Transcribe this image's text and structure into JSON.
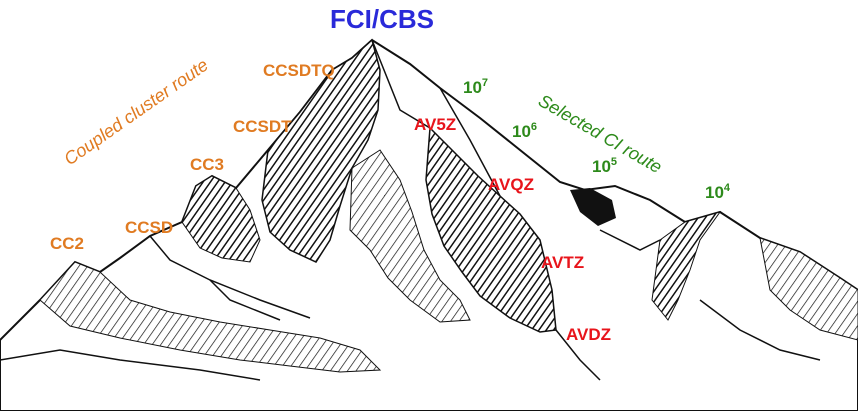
{
  "title": "FCI/CBS",
  "colors": {
    "title": "#2a2ad9",
    "coupled_cluster": "#e07b22",
    "basis": "#e8141b",
    "selected_ci": "#2d8a1b",
    "ink": "#111111"
  },
  "coupled_cluster_route": {
    "label": "Coupled cluster route",
    "levels": [
      "CC2",
      "CCSD",
      "CC3",
      "CCSDT",
      "CCSDTQ"
    ]
  },
  "basis_sets": [
    "AV5Z",
    "AVQZ",
    "AVTZ",
    "AVDZ"
  ],
  "selected_ci_route": {
    "label": "Selected CI route",
    "base": "10",
    "exponents": [
      "7",
      "6",
      "5",
      "4"
    ]
  }
}
